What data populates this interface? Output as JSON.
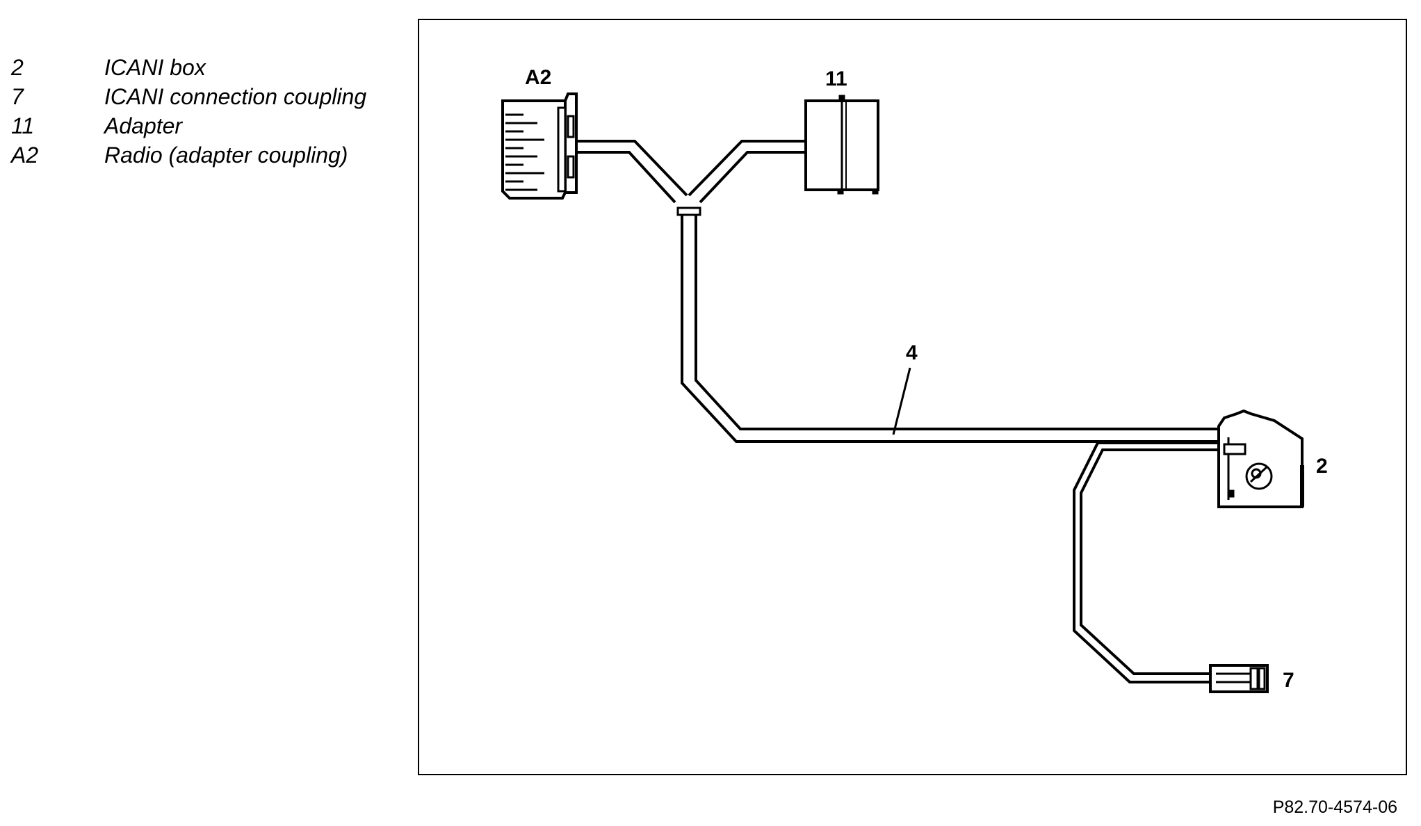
{
  "legend": [
    {
      "num": "2",
      "text": "ICANI box"
    },
    {
      "num": "7",
      "text": "ICANI connection coupling"
    },
    {
      "num": "11",
      "text": "Adapter"
    },
    {
      "num": "A2",
      "text": "Radio (adapter coupling)"
    }
  ],
  "labels": {
    "radio": "A2",
    "adapter": "11",
    "cable": "4",
    "icani_box": "2",
    "connection_coupling": "7"
  },
  "reference": "P82.70-4574-06"
}
